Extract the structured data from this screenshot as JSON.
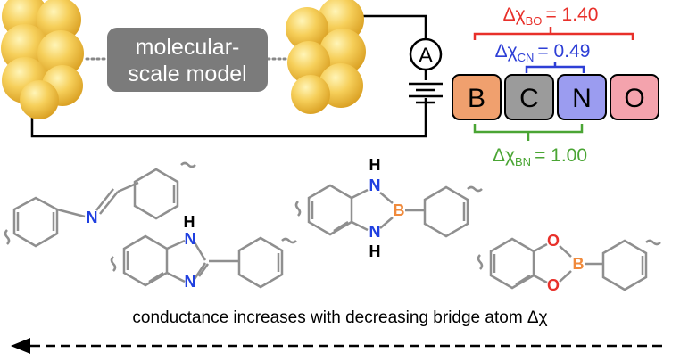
{
  "model_box": {
    "line1": "molecular-",
    "line2": "scale model"
  },
  "meter_symbol": "A",
  "electronegativity": {
    "bo": {
      "prefix": "Δχ",
      "sub": "BO",
      "value": "= 1.40"
    },
    "cn": {
      "prefix": "Δχ",
      "sub": "CN",
      "value": "= 0.49"
    },
    "bn": {
      "prefix": "Δχ",
      "sub": "BN",
      "value": "= 1.00"
    }
  },
  "atom_boxes": [
    {
      "label": "B",
      "color": "#f0a06e"
    },
    {
      "label": "C",
      "color": "#9b9b9b"
    },
    {
      "label": "N",
      "color": "#9b9cf0"
    },
    {
      "label": "O",
      "color": "#f4a3ad"
    }
  ],
  "atoms": {
    "N": "N",
    "B": "B",
    "O": "O",
    "H": "H"
  },
  "caption": "conductance increases with decreasing bridge atom Δχ",
  "colors": {
    "bo": "#e8302a",
    "cn": "#2e3fd6",
    "bn": "#4aa534",
    "gold": "#f2c14e",
    "model_box": "#7b7b7b",
    "nitrogen": "#1f3fe0",
    "boron": "#f08a3c",
    "oxygen": "#e8302a",
    "ring": "#8f8f8f"
  }
}
